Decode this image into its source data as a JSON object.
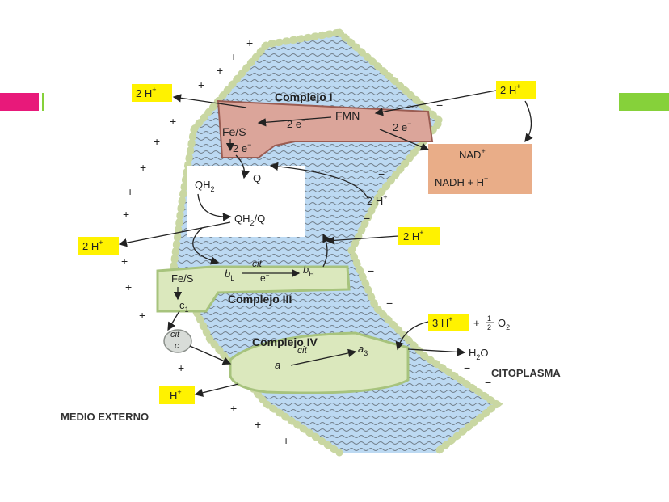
{
  "slide": {
    "accent_left_color": "#e8197a",
    "accent_right_color": "#86d13a"
  },
  "diagram": {
    "complex1_label": "Complejo I",
    "complex3_label": "Complejo III",
    "complex4_label": "Complejo IV",
    "fmn": "FMN",
    "fes_1": "Fe/S",
    "fes_3": "Fe/S",
    "two_e_1": "2 e",
    "two_e_2": "2 e",
    "two_e_3": "2 e",
    "e_minus_sup": "−",
    "q": "Q",
    "qh2": "QH",
    "qh2q": "QH",
    "qh2q_tail": "/Q",
    "sub2": "2",
    "sub1": "1",
    "sub3": "3",
    "h_label_1": "2 H",
    "h_label_2": "2 H",
    "h_label_3": "2 H",
    "h_label_4": "2 H",
    "h_label_5": "2 H",
    "h_label_6": "3 H",
    "h_label_7": "H",
    "plus_sup": "+",
    "nad": "NAD",
    "nadh": "NADH + H",
    "bL": "b",
    "bL_sub": "L",
    "bH": "b",
    "bH_sub": "H",
    "cit_1": "cit",
    "cit_2": "cit",
    "cit_3": "cit",
    "e_small": "e",
    "c1": "c",
    "c_small": "c",
    "a": "a",
    "a3": "a",
    "o2_plus": "+",
    "half_num": "1",
    "half_den": "2",
    "o2": "O",
    "h2o": "H",
    "h2o_tail": "O",
    "citoplasma": "CITOPLASMA",
    "medio_externo": "MEDIO EXTERNO",
    "membrane_sign_plus": "+",
    "membrane_sign_minus": "−"
  }
}
